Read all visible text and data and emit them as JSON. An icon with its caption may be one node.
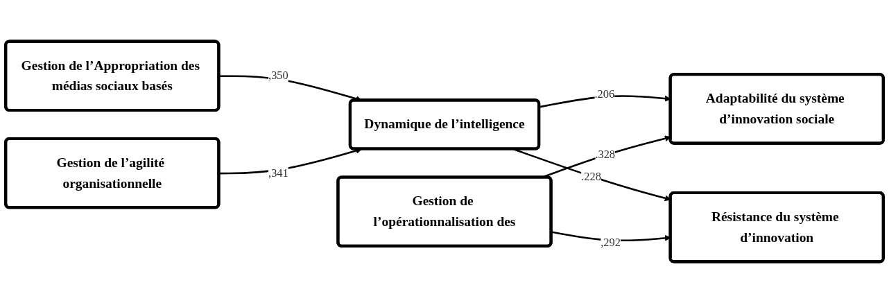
{
  "diagram": {
    "nodes": [
      {
        "text": [
          "Gestion de l’Appropriation des médias sociaux basés"
        ]
      },
      {
        "text": [
          "Gestion de l’agilité organisationnelle"
        ]
      },
      {
        "text": [
          "Gestion de l’opérationnalisation des"
        ]
      },
      {
        "text": [
          "Dynamique de l’intelligence"
        ]
      },
      {
        "text": [
          "Adaptabilité du système d’innovation sociale"
        ]
      },
      {
        "text": [
          "Résistance du système d’innovation"
        ]
      }
    ],
    "edges": [
      {
        "from": 0,
        "to": 3,
        "arrow": "to",
        "label": ",350"
      },
      {
        "from": 1,
        "to": 3,
        "arrow": "to",
        "label": ",341"
      },
      {
        "from": 3,
        "to": 4,
        "arrow": "to",
        "label": ".206"
      },
      {
        "from": 3,
        "to": 5,
        "arrow": "to",
        "label": ".228"
      },
      {
        "from": 2,
        "to": 4,
        "arrow": "to",
        "label": ".328"
      },
      {
        "from": 2,
        "to": 5,
        "arrow": "to",
        "label": ",292"
      }
    ]
  }
}
